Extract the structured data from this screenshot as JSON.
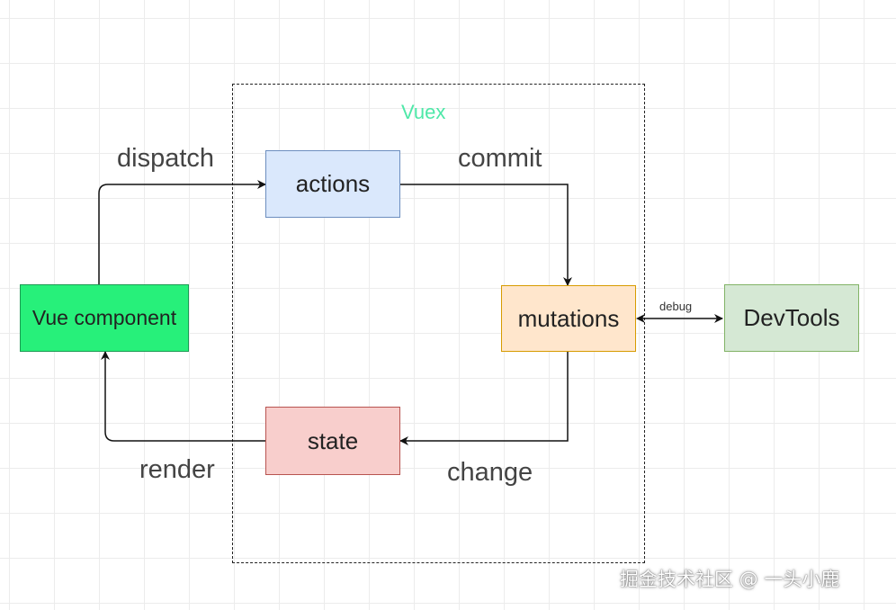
{
  "diagram": {
    "container_label": "Vuex",
    "nodes": {
      "actions": "actions",
      "mutations": "mutations",
      "state": "state",
      "vue_component": "Vue component",
      "devtools": "DevTools"
    },
    "edges": {
      "dispatch": "dispatch",
      "commit": "commit",
      "change": "change",
      "render": "render",
      "debug": "debug"
    },
    "colors": {
      "actions_fill": "#dae8fc",
      "mutations_fill": "#ffe6cc",
      "state_fill": "#f8cecc",
      "vue_component_fill": "#27f07a",
      "devtools_fill": "#d5e8d4",
      "container_label_color": "#4ee8a8"
    }
  },
  "watermark": "掘金技术社区 @ 一头小鹿"
}
